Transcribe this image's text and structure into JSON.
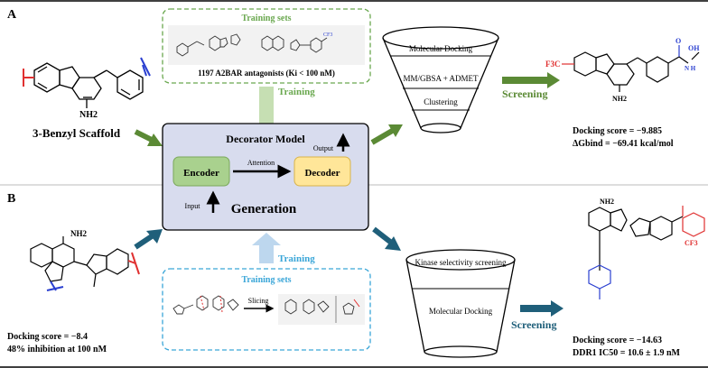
{
  "panel_a": {
    "label": "A",
    "scaffold_name": "3-Benzyl Scaffold",
    "scaffold_nh2": "NH2",
    "training_sets_title": "Training sets",
    "training_sets_caption": "1197 A2BAR antagonists (Ki < 100 nM)",
    "training_label": "Training",
    "funnel_steps": [
      "Molecular Docking",
      "MM/GBSA + ADMET",
      "Clustering"
    ],
    "screening_label": "Screening",
    "docking_score": "Docking score = −9.885",
    "binding_energy": "ΔGbind = −69.41 kcal/mol",
    "product_cf3": "F3C",
    "product_nh2": "NH2",
    "product_amide_o": "O",
    "product_amide_nh": "N H",
    "product_oh": "OH"
  },
  "model": {
    "title": "Decorator Model",
    "encoder": "Encoder",
    "attention": "Attention",
    "decoder": "Decoder",
    "input": "Input",
    "output": "Output",
    "generation": "Generation"
  },
  "panel_b": {
    "label": "B",
    "start_nh2": "NH2",
    "start_score": "Docking score = −8.4",
    "start_inhibition": "48% inhibition at 100 nM",
    "training_label": "Training",
    "training_sets_title": "Training sets",
    "slicing_label": "Slicing",
    "funnel_steps": [
      "Kinase selectivity screening",
      "Molecular Docking"
    ],
    "screening_label": "Screening",
    "product_score": "Docking score = −14.63",
    "product_ic50": "DDR1 IC50 = 10.6 ± 1.9 nM",
    "product_cf3": "CF3",
    "product_nh2": "NH2"
  },
  "colors": {
    "green_arrow": "#5b8a35",
    "green_dash": "#6aa84f",
    "teal_arrow": "#1f5f7a",
    "blue_dash": "#3aa6d8",
    "model_box": "#d8dcee",
    "encoder": "#a9d18e",
    "decoder": "#ffe699",
    "red": "#e03030",
    "blue": "#2a3fd0"
  }
}
